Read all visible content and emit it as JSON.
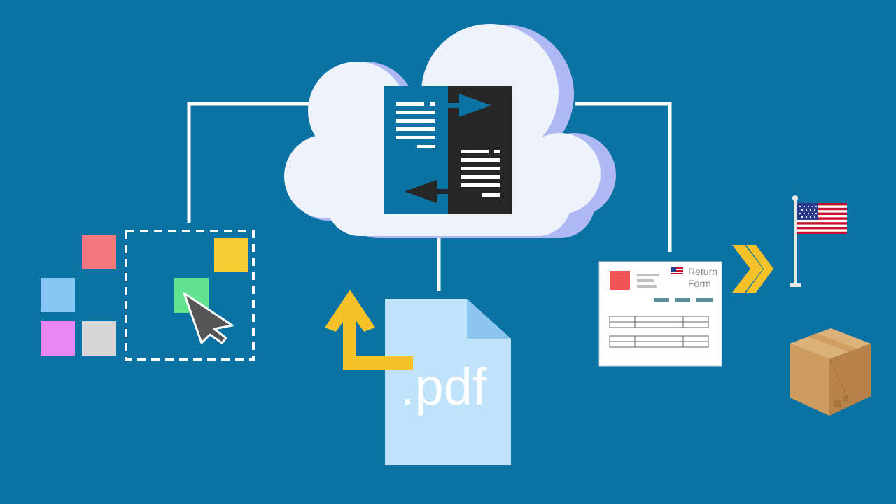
{
  "file_label": ".pdf",
  "return_form": {
    "title_line1": "Return",
    "title_line2": "Form"
  },
  "colors": {
    "background": "#0B73A3",
    "cloud": "#EEF2FB",
    "cloud_shadow": "#AEB8F2",
    "connector": "#FFFFFF",
    "doc_left": "#0B73A3",
    "doc_right": "#262626",
    "arrow_accent": "#F5C22A",
    "pdf_file": "#BFE3FB",
    "pdf_fold": "#8CC6EE",
    "tile_red": "#F57782",
    "tile_blue": "#88C7F5",
    "tile_purple": "#EA86F0",
    "tile_gray": "#D6D6D6",
    "tile_green": "#63E291",
    "tile_yellow": "#F8CD33",
    "cursor": "#555555",
    "box_face": "#CE9C5F",
    "box_top": "#DDB27A",
    "box_side": "#B7834A"
  },
  "icons": {
    "cloud": "cloud-icon",
    "document": "document-convert-icon",
    "cursor": "mouse-cursor-icon",
    "pdf": "pdf-file-icon",
    "form": "return-form-icon",
    "flag": "us-flag-icon",
    "package": "package-box-icon",
    "chevrons": "double-chevron-right-icon",
    "upload_arrow": "upload-arrow-icon"
  }
}
